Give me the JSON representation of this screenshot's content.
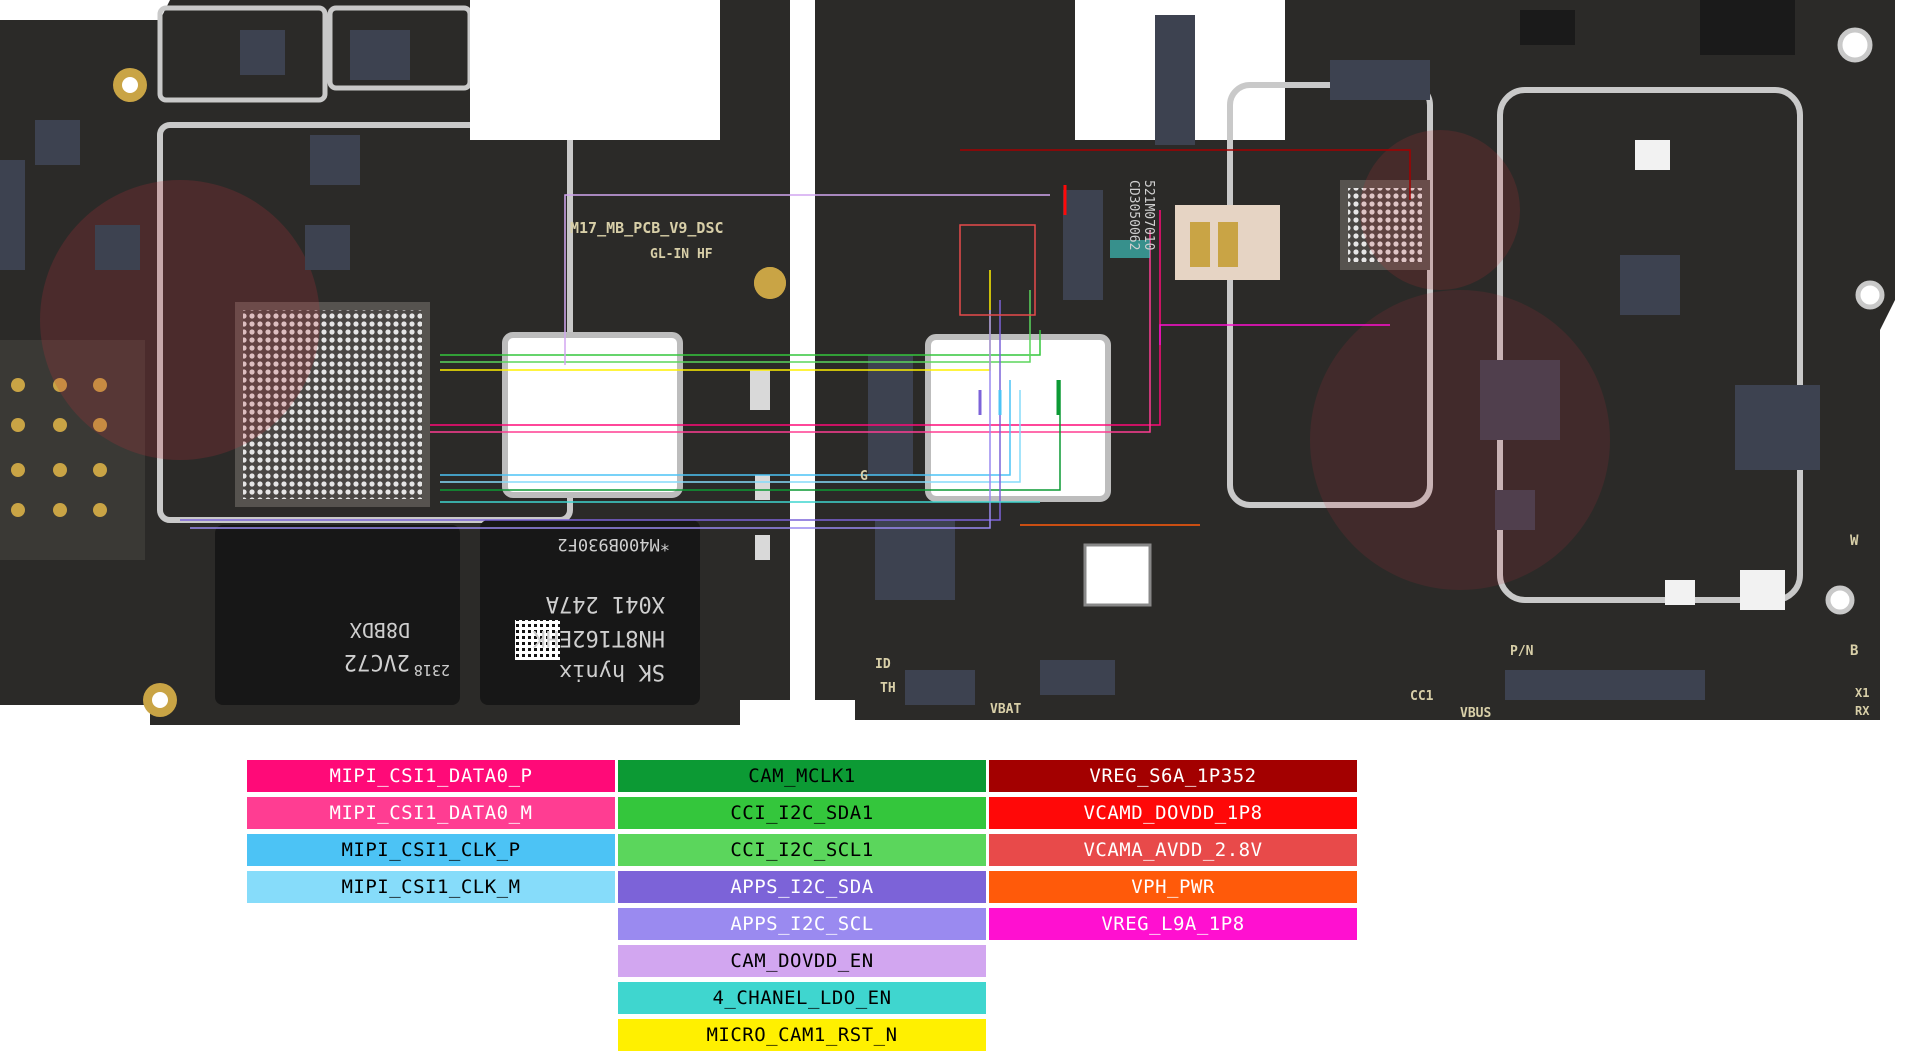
{
  "board": {
    "silkscreen": {
      "pcb_name": "M17_MB_PCB_V9_DSC",
      "pcb_sub": "GL-IN  HF",
      "ram_line1": "SK hynix",
      "ram_line2": "HN8T162EHK",
      "ram_line3": "X041  247A",
      "ram_line4": "*M400B930F2",
      "cpu_line1": "2VC72",
      "cpu_line2": "D8BDX",
      "cpu_line3": "2318",
      "cam_conn": "CD3050062",
      "cam_conn2": "521M07010",
      "label_vbat": "VBAT",
      "label_vbus": "VBUS",
      "label_id": "ID",
      "label_th": "TH",
      "label_cc1": "CC1",
      "label_pn": "P/N",
      "label_b": "B",
      "label_x1": "X1",
      "label_rx": "RX",
      "label_w": "W",
      "label_g": "G"
    }
  },
  "legend": {
    "col1": [
      {
        "label": "MIPI_CSI1_DATA0_P",
        "color": "#ff0a78",
        "text_color": "#ffffff"
      },
      {
        "label": "MIPI_CSI1_DATA0_M",
        "color": "#ff3d92",
        "text_color": "#ffffff"
      },
      {
        "label": "MIPI_CSI1_CLK_P",
        "color": "#4cc3f5",
        "text_color": "#000000"
      },
      {
        "label": "MIPI_CSI1_CLK_M",
        "color": "#86dcfa",
        "text_color": "#000000"
      }
    ],
    "col2": [
      {
        "label": "CAM_MCLK1",
        "color": "#0c9a34",
        "text_color": "#000000"
      },
      {
        "label": "CCI_I2C_SDA1",
        "color": "#34c63c",
        "text_color": "#000000"
      },
      {
        "label": "CCI_I2C_SCL1",
        "color": "#5bd65c",
        "text_color": "#000000"
      },
      {
        "label": "APPS_I2C_SDA",
        "color": "#7c63d8",
        "text_color": "#ffffff"
      },
      {
        "label": "APPS_I2C_SCL",
        "color": "#9a8af0",
        "text_color": "#ffffff"
      },
      {
        "label": "CAM_DOVDD_EN",
        "color": "#d2a6f0",
        "text_color": "#000000"
      },
      {
        "label": "4_CHANEL_LDO_EN",
        "color": "#3fd6cf",
        "text_color": "#000000"
      },
      {
        "label": "MICRO_CAM1_RST_N",
        "color": "#fff000",
        "text_color": "#000000"
      }
    ],
    "col3": [
      {
        "label": "VREG_S6A_1P352",
        "color": "#a30000",
        "text_color": "#ffffff"
      },
      {
        "label": "VCAMD_DOVDD_1P8",
        "color": "#ff0808",
        "text_color": "#ffffff"
      },
      {
        "label": "VCAMA_AVDD_2.8V",
        "color": "#e84a4a",
        "text_color": "#ffffff"
      },
      {
        "label": "VPH_PWR",
        "color": "#ff5a0a",
        "text_color": "#ffffff"
      },
      {
        "label": "VREG_L9A_1P8",
        "color": "#ff10d0",
        "text_color": "#ffffff"
      }
    ]
  }
}
